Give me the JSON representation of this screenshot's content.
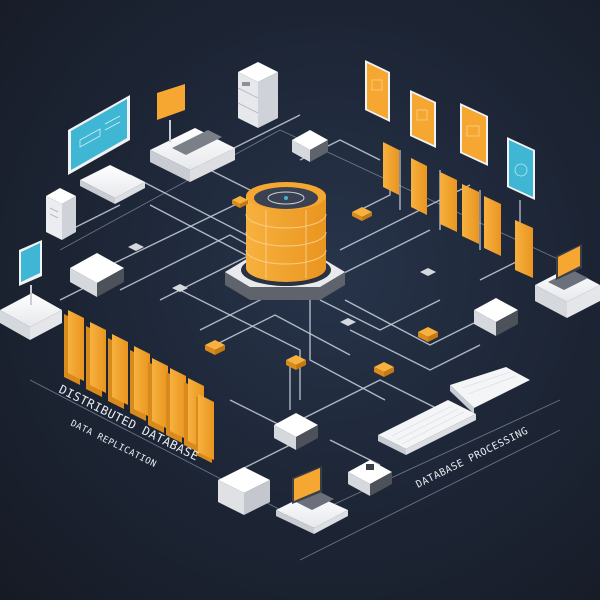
{
  "diagram": {
    "title": "Distributed database network (isometric illustration)",
    "colors": {
      "background_center": "#27344a",
      "background_edge": "#161a24",
      "accent_orange": "#f5a732",
      "accent_orange_dark": "#d98a1c",
      "accent_cyan": "#3fb6d3",
      "device_white": "#f1f2f4",
      "device_shade": "#c9ccd2",
      "wire": "#c9d0dc",
      "platform_gray": "#6b707a"
    },
    "labels": {
      "left_title": "DISTRIBUTED DATABASE",
      "left_subtitle": "DATA REPLICATION",
      "right_title": "DATABASE PROCESSING"
    },
    "central_node": {
      "name": "database-cylinder",
      "icon": "database-icon"
    },
    "nodes": [
      {
        "id": "desktop-monitor",
        "icon": "monitor-icon",
        "screen": "cyan"
      },
      {
        "id": "printer-terminal",
        "icon": "terminal-icon",
        "screen": "orange"
      },
      {
        "id": "server-stack-top",
        "icon": "server-icon"
      },
      {
        "id": "router-top",
        "icon": "router-icon"
      },
      {
        "id": "tablet-1",
        "icon": "tablet-icon",
        "screen": "orange"
      },
      {
        "id": "tablet-2",
        "icon": "tablet-icon",
        "screen": "orange"
      },
      {
        "id": "tablet-3",
        "icon": "tablet-icon",
        "screen": "orange"
      },
      {
        "id": "tablet-4",
        "icon": "tablet-icon",
        "screen": "cyan"
      },
      {
        "id": "laptop-right",
        "icon": "laptop-icon",
        "screen": "orange"
      },
      {
        "id": "kiosk-left",
        "icon": "kiosk-icon",
        "screen": "cyan"
      },
      {
        "id": "router-left",
        "icon": "router-icon"
      },
      {
        "id": "server-left",
        "icon": "server-icon"
      },
      {
        "id": "router-right",
        "icon": "router-icon"
      },
      {
        "id": "keyboard-1",
        "icon": "keyboard-icon"
      },
      {
        "id": "keyboard-2",
        "icon": "keyboard-icon"
      },
      {
        "id": "router-bottom",
        "icon": "router-icon"
      },
      {
        "id": "cube-bottom",
        "icon": "storage-cube-icon"
      },
      {
        "id": "laptop-bottom",
        "icon": "laptop-icon",
        "screen": "orange"
      },
      {
        "id": "switch-bottom",
        "icon": "switch-icon"
      }
    ],
    "storage_racks": {
      "left_count": 8,
      "right_top_count": 2,
      "right_bottom_count": 5
    },
    "chips_count": 7
  }
}
